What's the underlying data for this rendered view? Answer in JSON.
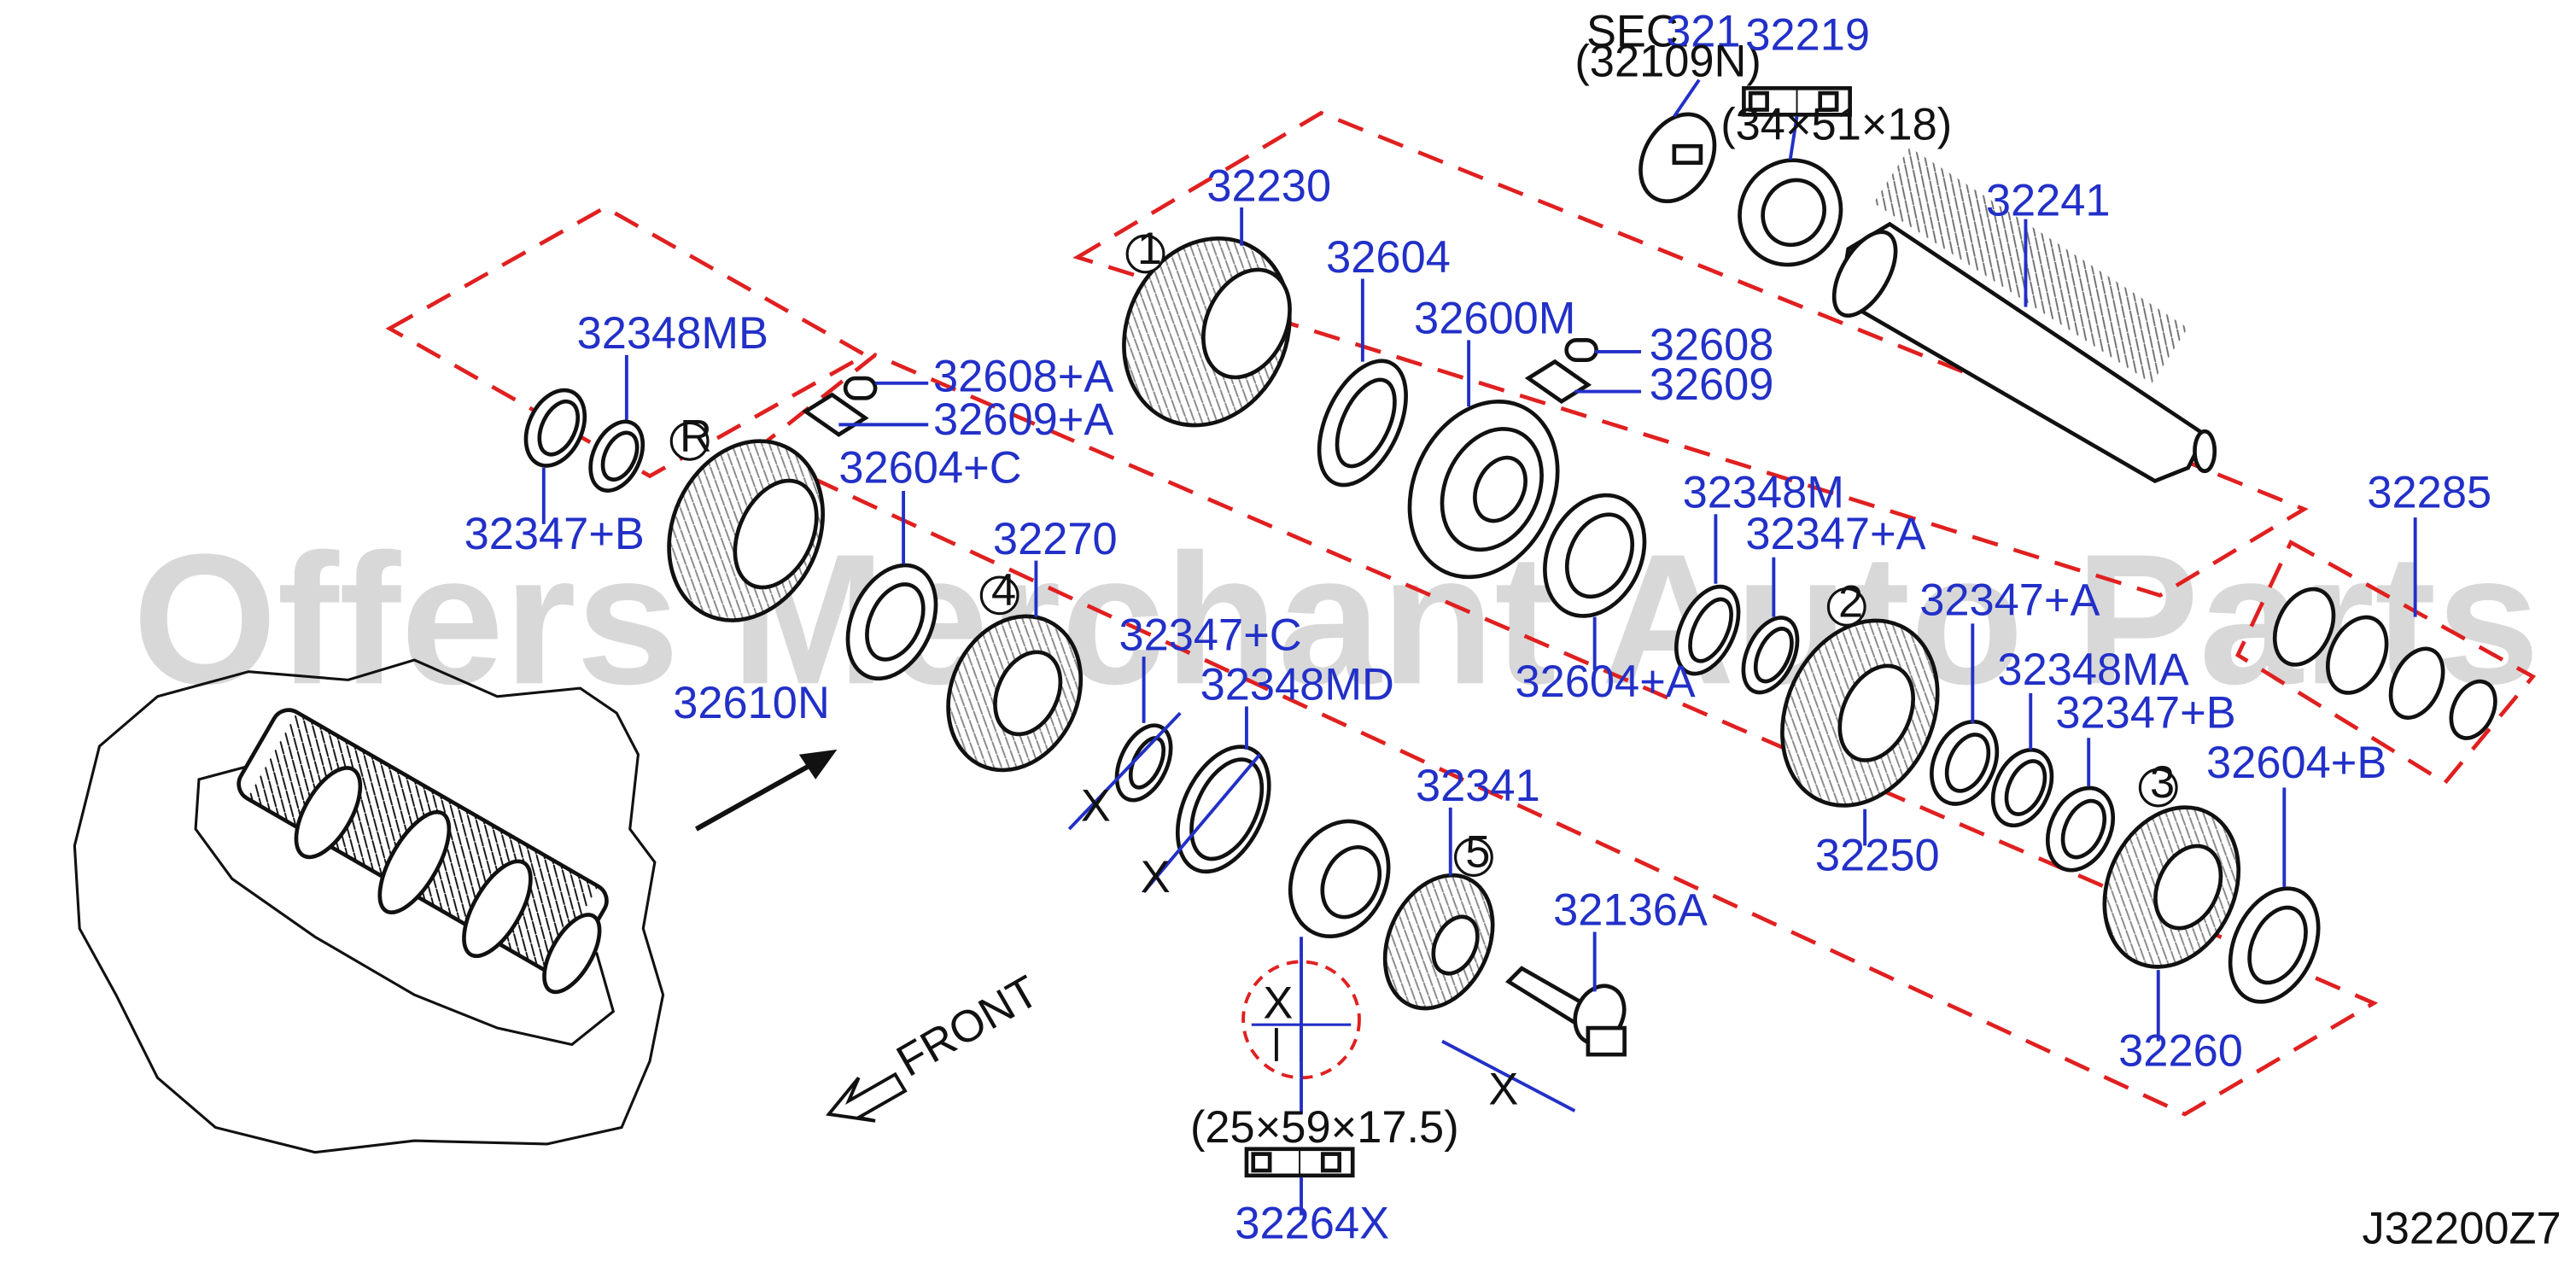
{
  "diagram": {
    "code": "J32200Z7",
    "watermark": "Offers Merchant Auto Parts Catalog PARTSTORE.SA",
    "front_label": "FRONT",
    "section_ref": {
      "prefix": "SEC.",
      "number": "321",
      "sub": "(32109N)"
    },
    "dim_top": "(34×51×18)",
    "dim_bottom": "(25×59×17.5)",
    "x_mark": "X",
    "callouts": [
      "1",
      "2",
      "3",
      "4",
      "5",
      "R"
    ],
    "parts": {
      "p32219": "32219",
      "p32241": "32241",
      "p32230": "32230",
      "p32604": "32604",
      "p32600M": "32600M",
      "p32608": "32608",
      "p32609": "32609",
      "p32348M": "32348M",
      "p32347A_1": "32347+A",
      "p32347A_2": "32347+A",
      "p32348MA": "32348MA",
      "p32347B_2": "32347+B",
      "p32604B": "32604+B",
      "p32285": "32285",
      "p32604A": "32604+A",
      "p32250": "32250",
      "p32260": "32260",
      "p32348MB": "32348MB",
      "p32347B_1": "32347+B",
      "p32608A": "32608+A",
      "p32609A": "32609+A",
      "p32604C": "32604+C",
      "p32270": "32270",
      "p32610N": "32610N",
      "p32347C": "32347+C",
      "p32348MD": "32348MD",
      "p32341": "32341",
      "p32136A": "32136A",
      "p32264X": "32264X"
    }
  }
}
